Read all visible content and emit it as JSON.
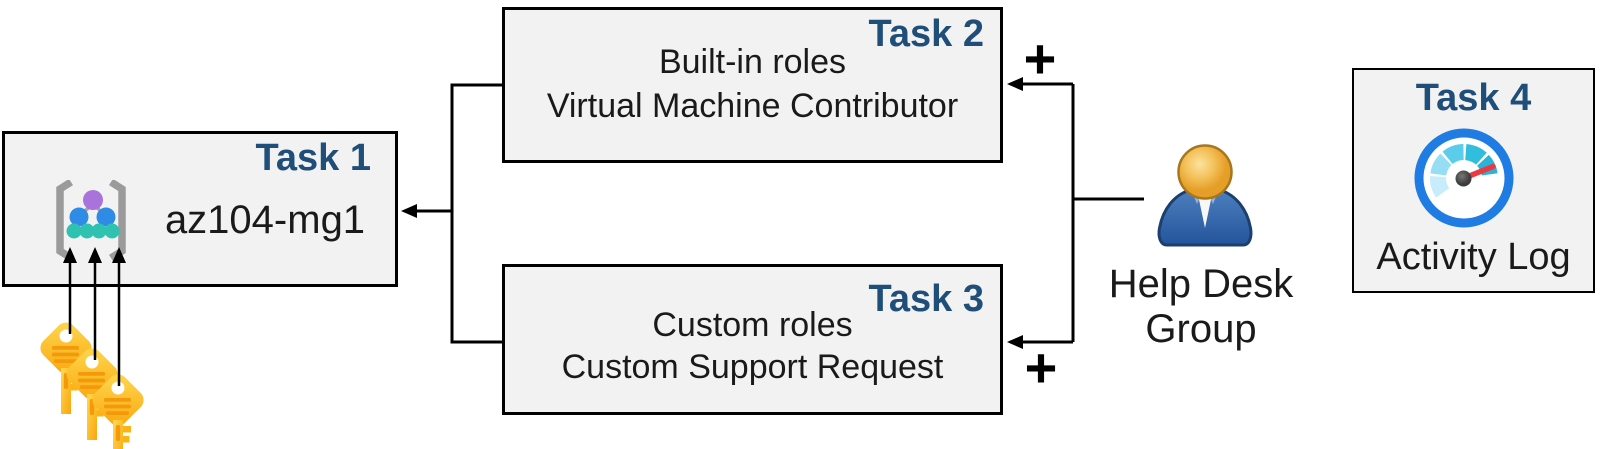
{
  "diagram": {
    "background_color": "#FFFFFF",
    "box_fill_color": "#F2F2F2",
    "box_border_color": "#000000",
    "task_label_color": "#1F4E79",
    "connector_color": "#000000",
    "task1": {
      "label": "Task 1",
      "name": "az104-mg1",
      "icon": "management-group-icon"
    },
    "task2": {
      "label": "Task 2",
      "line1": "Built-in roles",
      "line2": "Virtual Machine Contributor"
    },
    "task3": {
      "label": "Task 3",
      "line1": "Custom roles",
      "line2": "Custom Support Request"
    },
    "task4": {
      "label": "Task 4",
      "caption": "Activity Log",
      "icon": "activity-log-gauge-icon"
    },
    "help_desk_group": {
      "line1": "Help Desk",
      "line2": "Group",
      "icon": "user-icon"
    },
    "plus_top": "+",
    "plus_bottom": "+",
    "icons": {
      "keys": "three-gold-keys-icon",
      "management_group": "management-group-icon",
      "user": "user-icon",
      "activity_log": "activity-log-gauge-icon"
    },
    "icon_colors": {
      "key_gold": "#FFC425",
      "key_detail": "#F49A0A",
      "mg_purple": "#A873DA",
      "mg_blue": "#2F8CE6",
      "mg_teal": "#2FC2B1",
      "mg_bracket": "#9B9B9B",
      "person_body_blue": "#2E5E9E",
      "person_head_gold": "#E9A83C",
      "gauge_ring_blue": "#1E7CE2",
      "gauge_needle_red": "#E8383D"
    }
  }
}
